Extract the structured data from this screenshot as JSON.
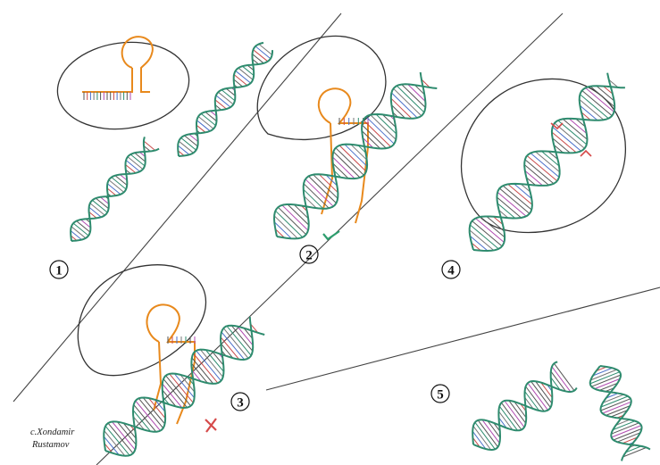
{
  "panels": [
    {
      "id": "1",
      "label": "1"
    },
    {
      "id": "2",
      "label": "2"
    },
    {
      "id": "3",
      "label": "3"
    },
    {
      "id": "4",
      "label": "4"
    },
    {
      "id": "5",
      "label": "5"
    }
  ],
  "signature": {
    "line1": "c.Xondamir",
    "line2": "Rustamov"
  },
  "colors": {
    "dna_backbone": "#2e8b6e",
    "guide_rna": "#e8891c",
    "outline": "#333333",
    "mark_check": "#2e9e6e",
    "mark_cross": "#d64a4a"
  }
}
